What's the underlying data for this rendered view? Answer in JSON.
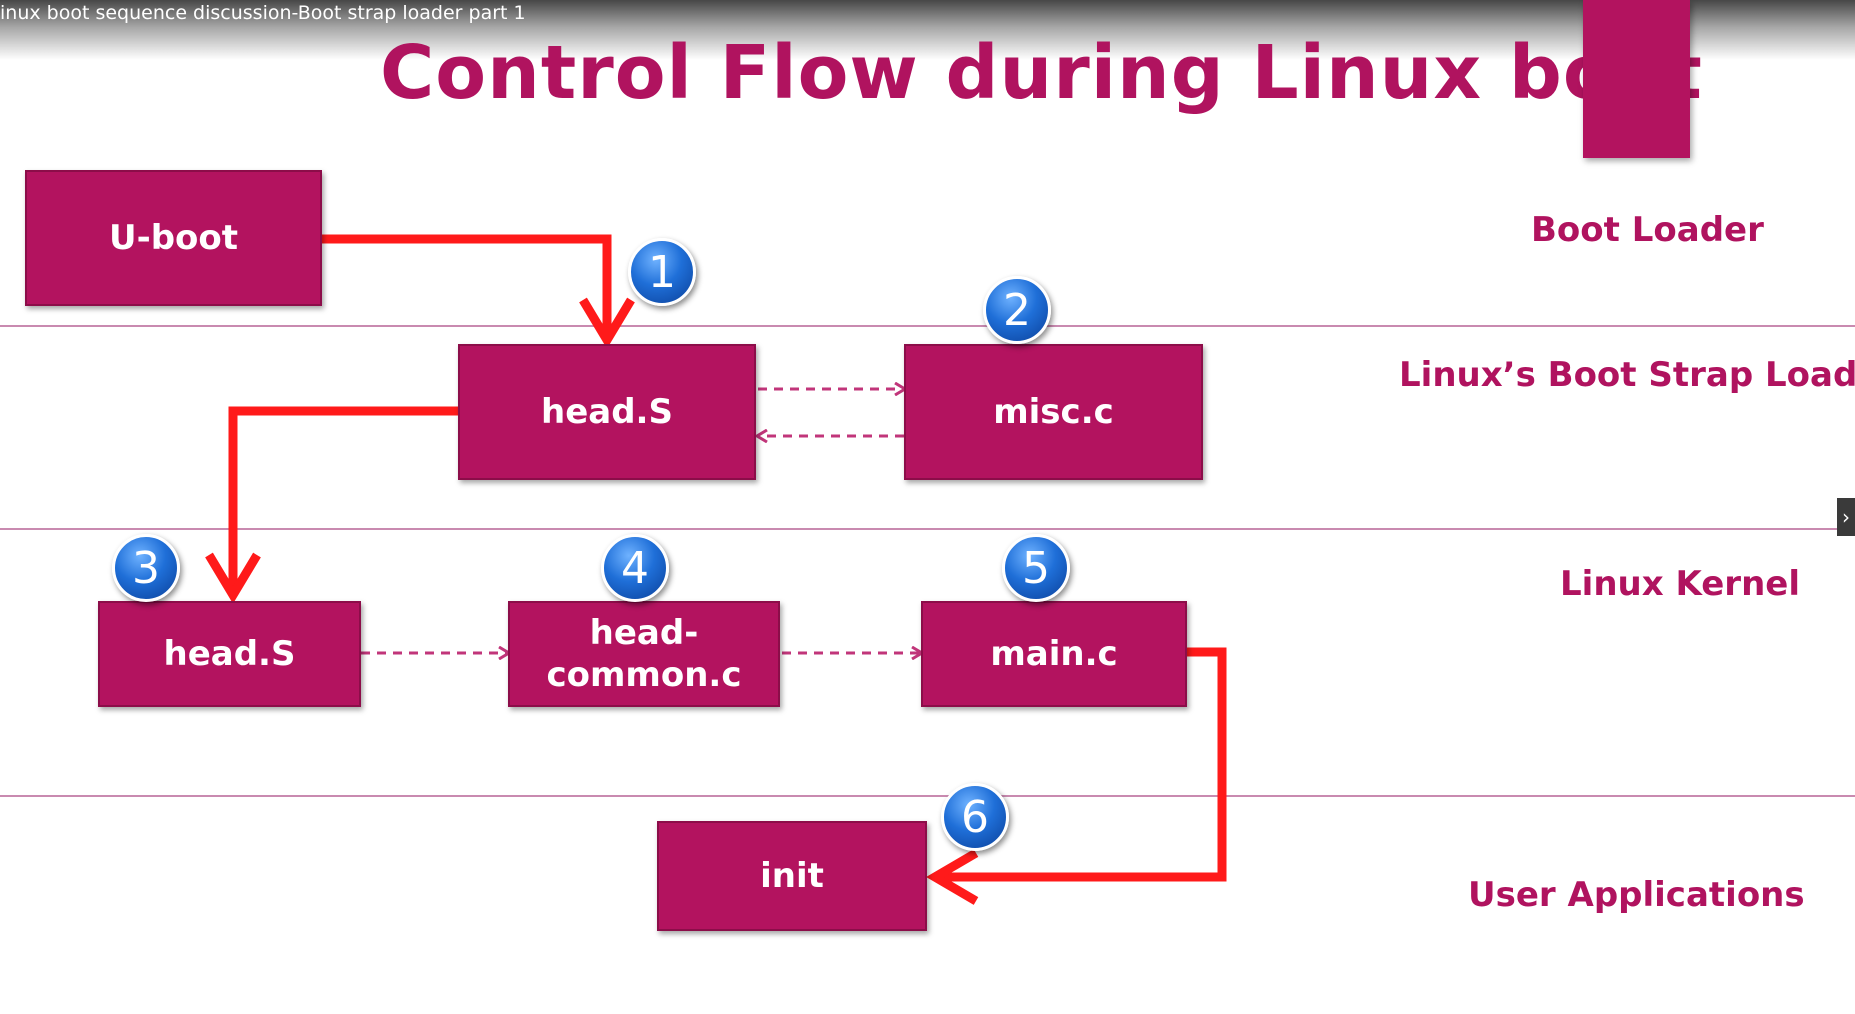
{
  "video": {
    "title": "inux boot sequence discussion-Boot strap loader part 1"
  },
  "slide": {
    "title": "Control Flow during Linux boot"
  },
  "layers": [
    {
      "label": "Boot Loader"
    },
    {
      "label": "Linux’s Boot Strap Loader"
    },
    {
      "label": "Linux Kernel"
    },
    {
      "label": "User Applications"
    }
  ],
  "nodes": {
    "uboot": "U-boot",
    "head_s_bootstrap": "head.S",
    "misc_c": "misc.c",
    "head_s_kernel": "head.S",
    "head_common_c": "head-\ncommon.c",
    "main_c": "main.c",
    "init": "init"
  },
  "steps": [
    "1",
    "2",
    "3",
    "4",
    "5",
    "6"
  ],
  "colors": {
    "box_fill": "#b3135f",
    "title_text": "#b0135f",
    "control_arrow": "#ff1a1a",
    "call_arrow": "#c1357a",
    "badge": "#1f6fd8"
  },
  "icons": {
    "side_handle": "chevron-right-icon"
  }
}
